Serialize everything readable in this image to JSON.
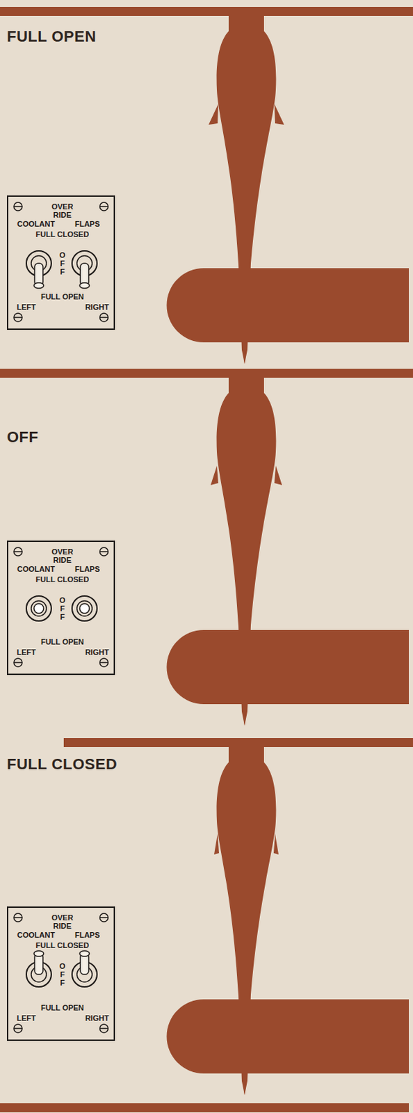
{
  "diagram": {
    "nodes": [
      {
        "text": [
          "OVER RIDE",
          "COOLANT",
          "FLAPS",
          "FULL CLOSED",
          "OFF",
          "FULL OPEN",
          "LEFT",
          "RIGHT"
        ]
      },
      {
        "text": [
          "OVER RIDE",
          "COOLANT",
          "FLAPS",
          "FULL CLOSED",
          "OFF",
          "FULL OPEN",
          "LEFT",
          "RIGHT"
        ]
      },
      {
        "text": [
          "OVER RIDE",
          "COOLANT",
          "FLAPS",
          "FULL CLOSED",
          "OFF",
          "FULL OPEN",
          "LEFT",
          "RIGHT"
        ]
      }
    ],
    "labels": [
      "FULL OPEN",
      "OFF",
      "FULL CLOSED"
    ]
  }
}
